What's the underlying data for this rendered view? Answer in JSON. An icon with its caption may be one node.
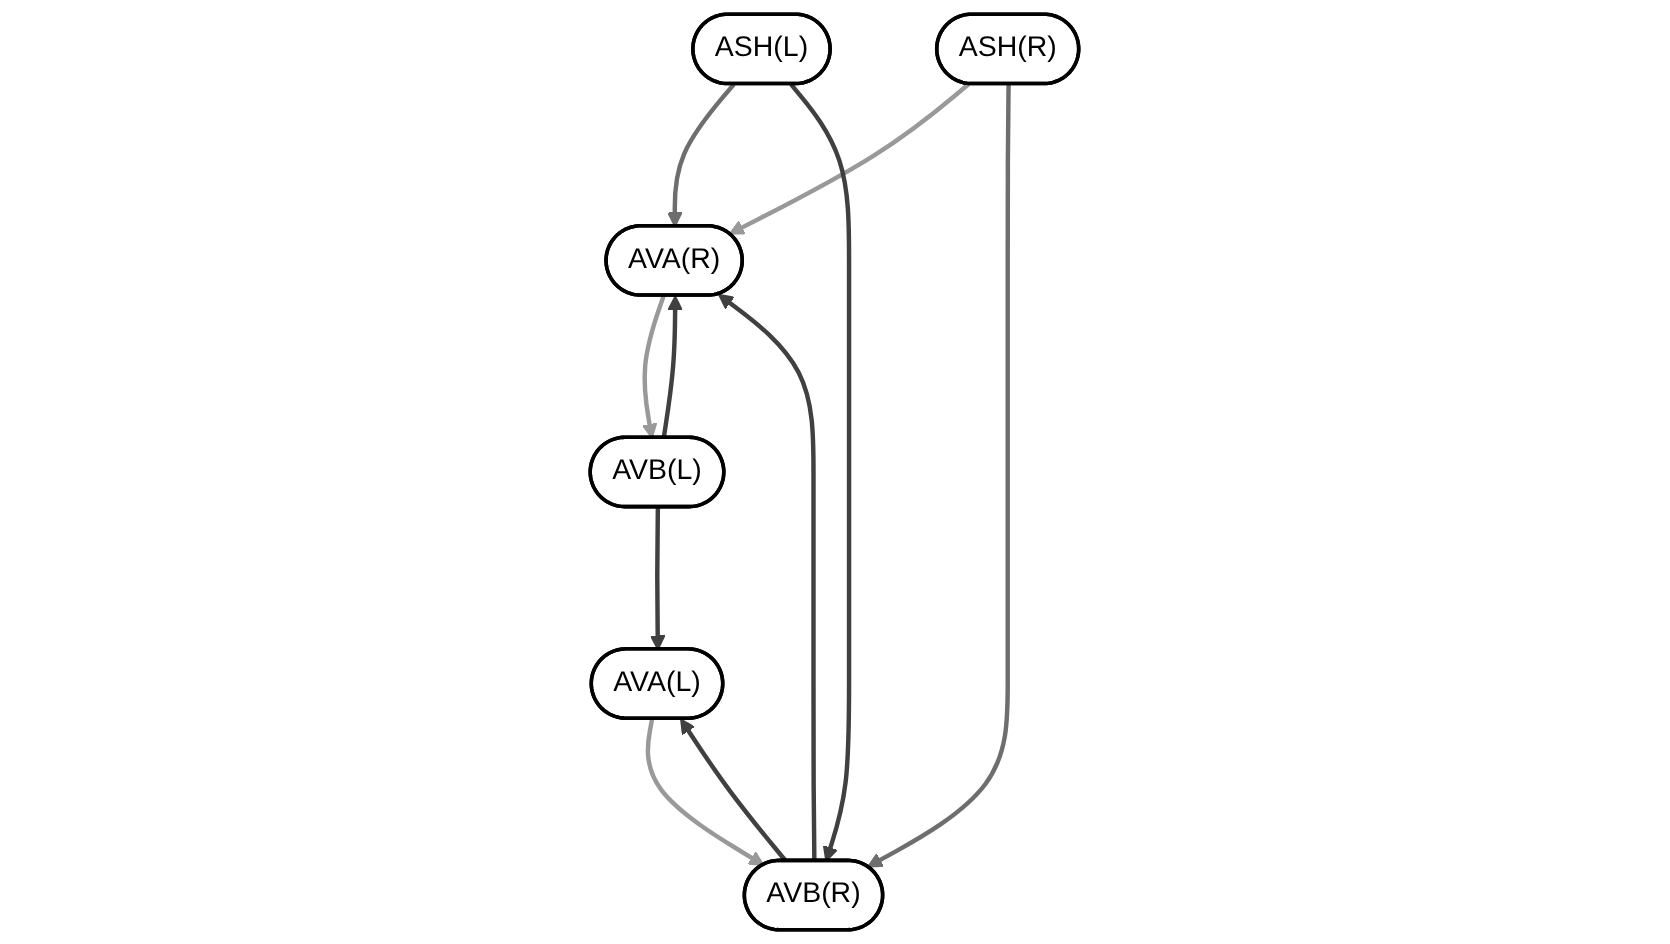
{
  "diagram": {
    "nodes": [
      {
        "text": [
          "ASH(L)"
        ]
      },
      {
        "text": [
          "ASH(R)"
        ]
      },
      {
        "text": [
          "AVA(R)"
        ]
      },
      {
        "text": [
          "AVA(L)"
        ]
      },
      {
        "text": [
          "AVB(R)"
        ]
      },
      {
        "text": [
          "AVB(L)"
        ]
      }
    ],
    "edges": [
      {
        "from": 0,
        "to": 2,
        "arrow": "to",
        "color": "#6e6e6e"
      },
      {
        "from": 1,
        "to": 2,
        "arrow": "to",
        "color": "#999999"
      },
      {
        "from": 0,
        "to": 4,
        "arrow": "to"
      },
      {
        "from": 1,
        "to": 4,
        "arrow": "to",
        "color": "#6e6e6e"
      },
      {
        "from": 4,
        "to": 2,
        "arrow": "to"
      },
      {
        "from": 4,
        "to": 3,
        "arrow": "to"
      },
      {
        "from": 3,
        "to": 4,
        "arrow": "to",
        "color": "#999999"
      },
      {
        "from": 5,
        "to": 2,
        "arrow": "to"
      },
      {
        "from": 2,
        "to": 5,
        "arrow": "to",
        "color": "#999999"
      },
      {
        "from": 5,
        "to": 3,
        "arrow": "to"
      }
    ]
  }
}
